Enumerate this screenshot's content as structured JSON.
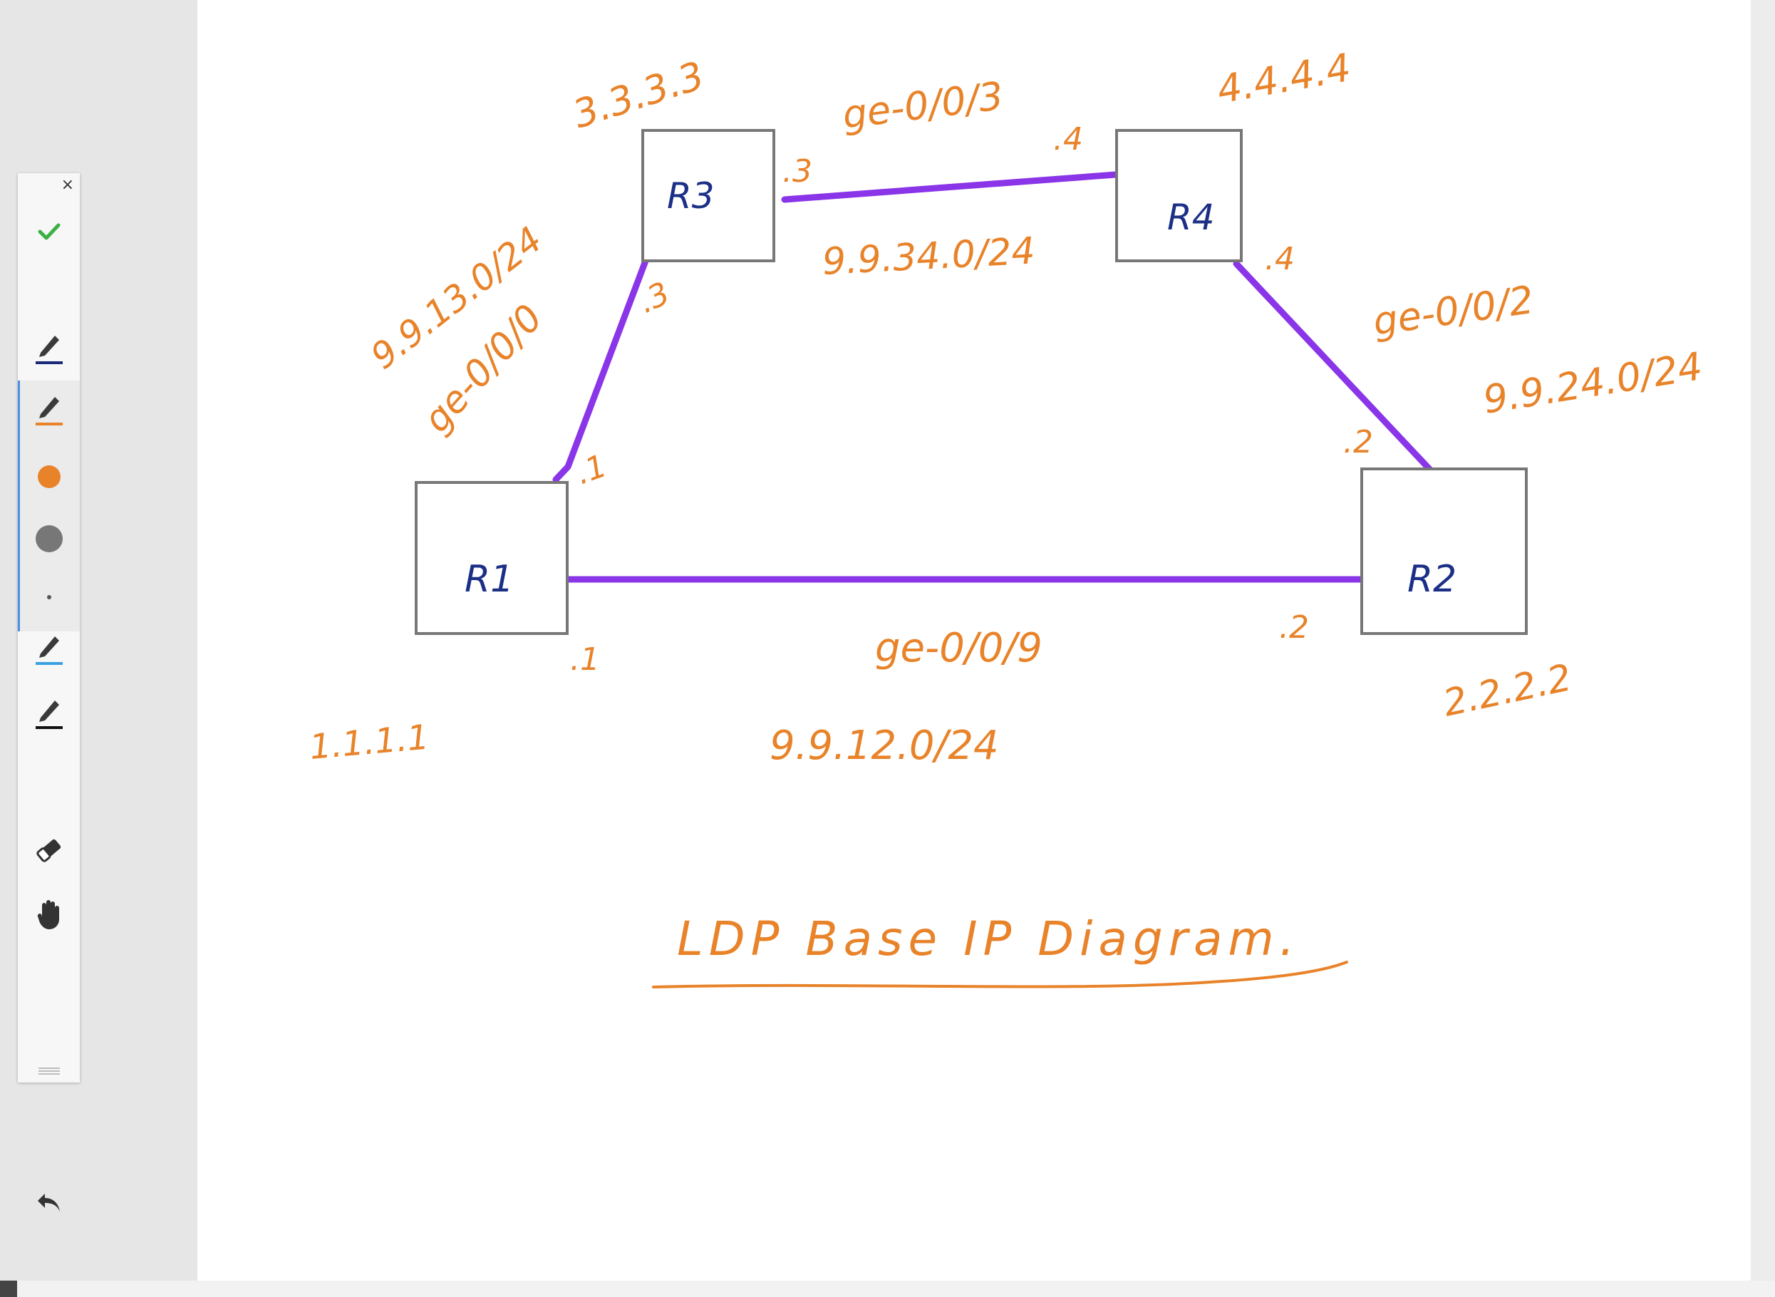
{
  "toolbar": {
    "close_glyph": "×",
    "tools": [
      {
        "name": "accept",
        "icon": "check-icon",
        "color": "#3cb043"
      },
      {
        "name": "pen-dark-blue",
        "icon": "pen-icon",
        "color": "#1a2a7a"
      },
      {
        "name": "pen-orange",
        "icon": "pen-icon",
        "color": "#e8832a"
      },
      {
        "name": "color-orange",
        "icon": "color-swatch-icon",
        "color": "#e8832a"
      },
      {
        "name": "color-gray",
        "icon": "color-swatch-icon",
        "color": "#777777"
      },
      {
        "name": "size-small",
        "icon": "dot-icon",
        "color": "#555555"
      },
      {
        "name": "pen-light-blue",
        "icon": "pen-icon",
        "color": "#3aa0e0"
      },
      {
        "name": "pen-black",
        "icon": "pen-icon",
        "color": "#111111"
      },
      {
        "name": "eraser",
        "icon": "eraser-icon",
        "color": "#333333"
      },
      {
        "name": "pan",
        "icon": "hand-icon",
        "color": "#333333"
      },
      {
        "name": "undo",
        "icon": "undo-icon",
        "color": "#333333"
      }
    ]
  },
  "diagram": {
    "colors": {
      "ink": "#e8832a",
      "link": "#8a35e8",
      "router_label": "#1b2f86",
      "box": "#777777"
    },
    "routers": [
      {
        "id": "r1",
        "label": "R1",
        "loopback": "1.1.1.1"
      },
      {
        "id": "r2",
        "label": "R2",
        "loopback": "2.2.2.2"
      },
      {
        "id": "r3",
        "label": "R3",
        "loopback": "3.3.3.3"
      },
      {
        "id": "r4",
        "label": "R4",
        "loopback": "4.4.4.4"
      }
    ],
    "links": [
      {
        "id": "r1-r2",
        "interface": "ge-0/0/9",
        "subnet": "9.9.12.0/24",
        "end_a": ".1",
        "end_b": ".2"
      },
      {
        "id": "r1-r3",
        "interface": "ge-0/0/0",
        "subnet": "9.9.13.0/24",
        "end_a": ".1",
        "end_b": ".3"
      },
      {
        "id": "r3-r4",
        "interface": "ge-0/0/3",
        "subnet": "9.9.34.0/24",
        "end_a": ".3",
        "end_b": ".4"
      },
      {
        "id": "r4-r2",
        "interface": "ge-0/0/2",
        "subnet": "9.9.24.0/24",
        "end_a": ".4",
        "end_b": ".2"
      }
    ],
    "title": "LDP Base IP Diagram."
  }
}
